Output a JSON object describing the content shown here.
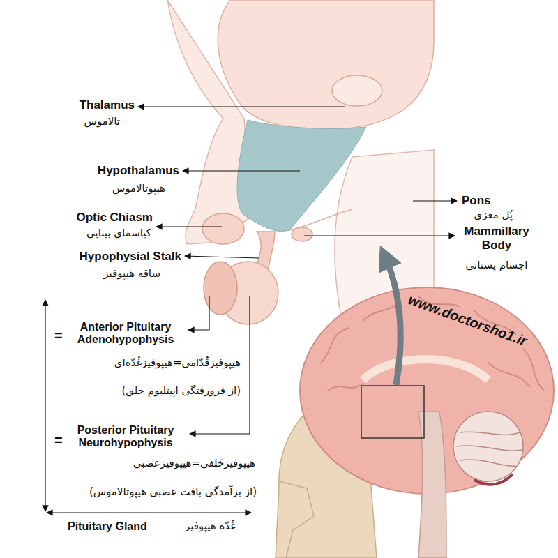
{
  "diagram": {
    "labels": [
      "Thalamus",
      "تالاموس",
      "Hypothalamus",
      "هیپوتالاموس",
      "Optic Chiasm",
      "کیاسمای بینایی",
      "Hypophysial Stalk",
      "ساقه هیپوفیز",
      "Pons",
      "پُل مغزی",
      "Mammillary Body",
      "اجسام پستانی",
      "=",
      "Anterior Pituitary Adenohypophysis",
      "هیپوفیزقُدّامی=هیپوفیزغُدّه‌ای",
      "(از فرورفتگی اپیتلیوم حلق)",
      "=",
      "Posterior Pituitary Neurohypophysis",
      "هیپوفیزخَلفی=هیپوفیزعصبی",
      "(از برآمدگی بافت عصبی هیپوتالاموس)",
      "Pituitary Gland",
      "غُدّه هیپوفیز",
      "www.doctorsho1.ir"
    ]
  }
}
